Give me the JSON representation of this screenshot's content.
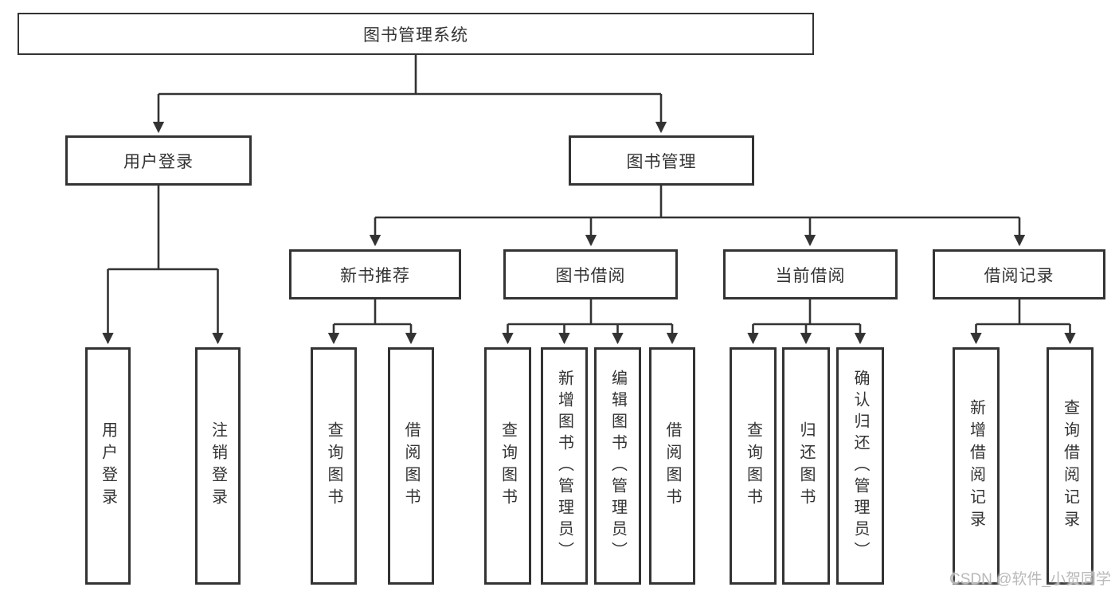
{
  "diagram": {
    "root": "图书管理系统",
    "level2": {
      "user_login": "用户登录",
      "book_management": "图书管理"
    },
    "level3": {
      "new_book_recommend": "新书推荐",
      "book_borrowing": "图书借阅",
      "current_borrowing": "当前借阅",
      "borrowing_records": "借阅记录"
    },
    "leaves": {
      "user_login": "用户登录",
      "logout": "注销登录",
      "recommend_query_books": "查询图书",
      "recommend_borrow_books": "借阅图书",
      "borrowing_query_books": "查询图书",
      "borrowing_add_books": "新增图书（管理员）",
      "borrowing_edit_books": "编辑图书（管理员）",
      "borrowing_borrow_books": "借阅图书",
      "current_query_books": "查询图书",
      "current_return_books": "归还图书",
      "current_confirm_return": "确认归还（管理员）",
      "records_add_record": "新增借阅记录",
      "records_query_record": "查询借阅记录"
    }
  },
  "watermark": "CSDN @软件_小贺同学",
  "colors": {
    "line": "#333333",
    "box_border": "#333333",
    "text": "#333333",
    "background": "#ffffff",
    "watermark": "#b9b9b9"
  }
}
